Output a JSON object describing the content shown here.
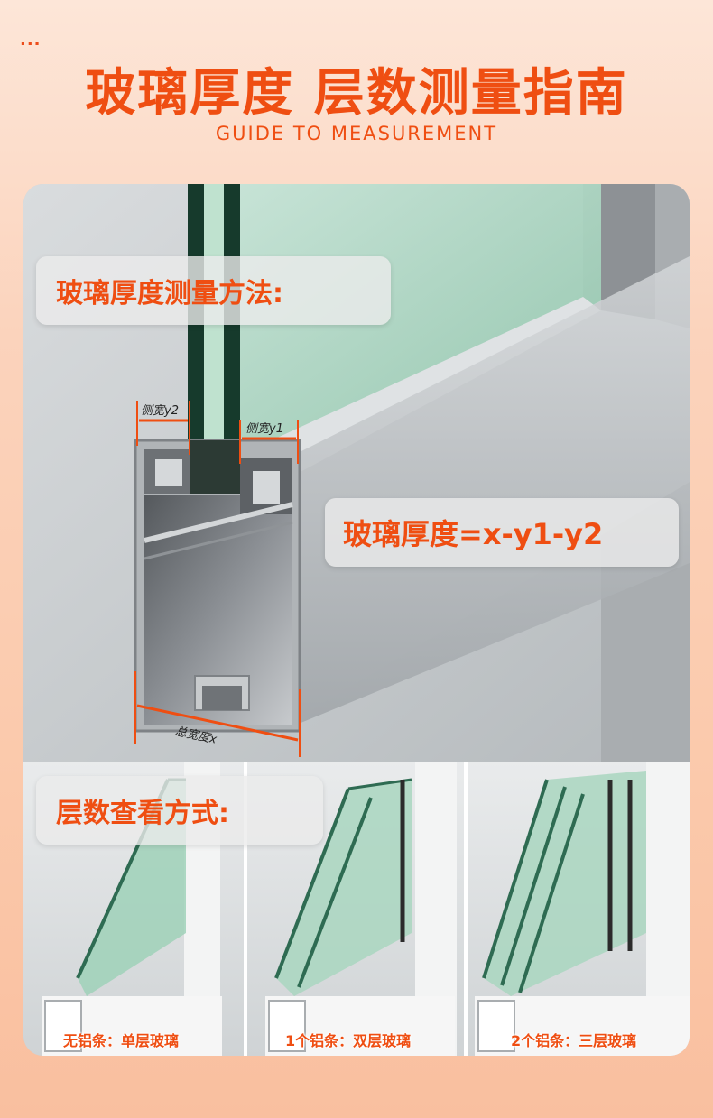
{
  "header": {
    "dots": "...",
    "title": "玻璃厚度 层数测量指南",
    "subtitle": "GUIDE TO MEASUREMENT"
  },
  "thickness_section": {
    "heading": "玻璃厚度测量方法:",
    "formula": "玻璃厚度=x-y1-y2",
    "side_width_y2": "侧宽y2",
    "side_width_y1": "侧宽y1",
    "total_width_x": "总宽度x"
  },
  "layers_section": {
    "heading": "层数查看方式:",
    "examples": [
      {
        "caption": "无铝条：单层玻璃"
      },
      {
        "caption": "1个铝条：双层玻璃"
      },
      {
        "caption": "2个铝条：三层玻璃"
      }
    ]
  },
  "colors": {
    "accent": "#ef4e12",
    "glass": "#9fd1b8",
    "frame": "#b9bcbf"
  }
}
